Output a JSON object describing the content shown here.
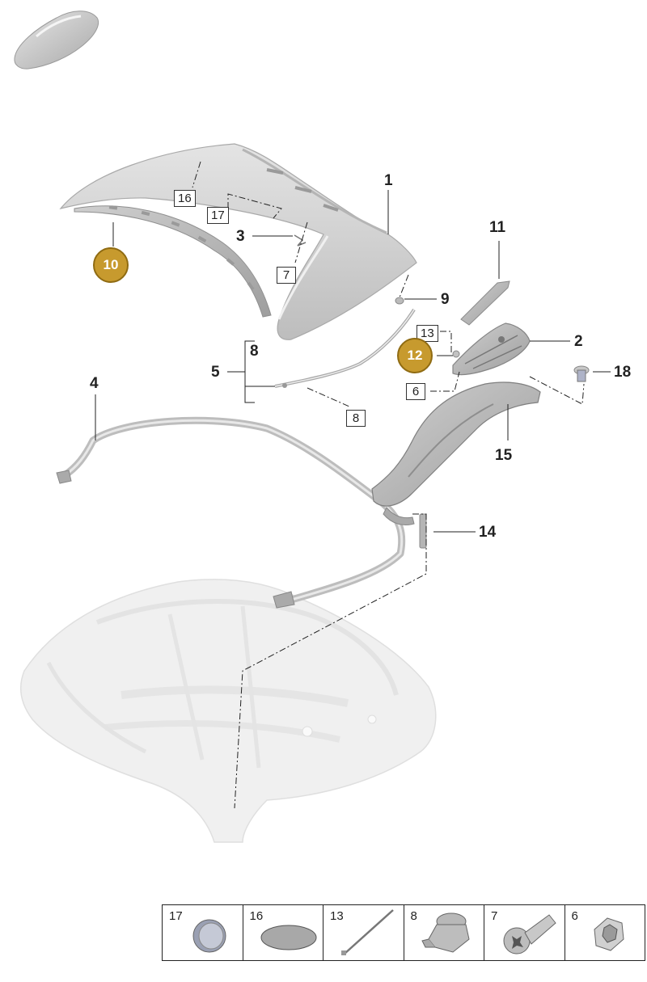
{
  "callouts": {
    "c1": "1",
    "c2": "2",
    "c3": "3",
    "c4": "4",
    "c5": "5",
    "c8": "8",
    "c9": "9",
    "c11": "11",
    "c14": "14",
    "c15": "15",
    "c18": "18"
  },
  "boxed_callouts": {
    "b16": "16",
    "b17": "17",
    "b7": "7",
    "b13": "13",
    "b6": "6",
    "b8": "8"
  },
  "badges": {
    "b10": "10",
    "b12": "12"
  },
  "colors": {
    "badge_fill": "#c79a2e",
    "part_fill": "#d4d4d4",
    "body_ghost": "#eeeeee"
  },
  "legend": [
    {
      "label": "17",
      "icon": "plug-cap-icon"
    },
    {
      "label": "16",
      "icon": "oval-pad-icon"
    },
    {
      "label": "13",
      "icon": "cable-tie-icon"
    },
    {
      "label": "8",
      "icon": "clip-icon"
    },
    {
      "label": "7",
      "icon": "torx-screw-icon"
    },
    {
      "label": "6",
      "icon": "hex-nut-icon"
    }
  ]
}
